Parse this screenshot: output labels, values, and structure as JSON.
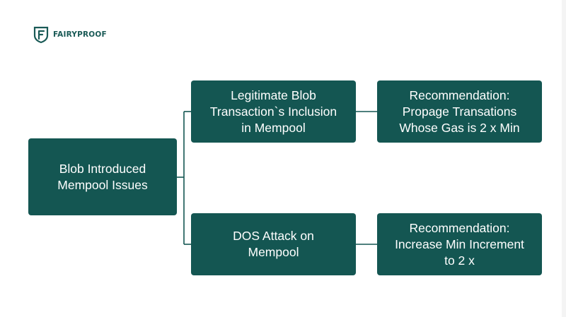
{
  "brand": {
    "name": "FAIRYPROOF",
    "icon": "shield-f-icon",
    "color": "#1a5a56"
  },
  "diagram": {
    "node_color": "#145652",
    "text_color": "#ffffff",
    "root": {
      "label": "Blob Introduced\nMempool Issues"
    },
    "branches": [
      {
        "issue": "Legitimate Blob\nTransaction`s Inclusion\nin Mempool",
        "recommendation": "Recommendation:\nPropage Transations\nWhose Gas is 2 x Min"
      },
      {
        "issue": "DOS Attack on\nMempool",
        "recommendation": "Recommendation:\nIncrease Min Increment\nto 2 x"
      }
    ]
  }
}
